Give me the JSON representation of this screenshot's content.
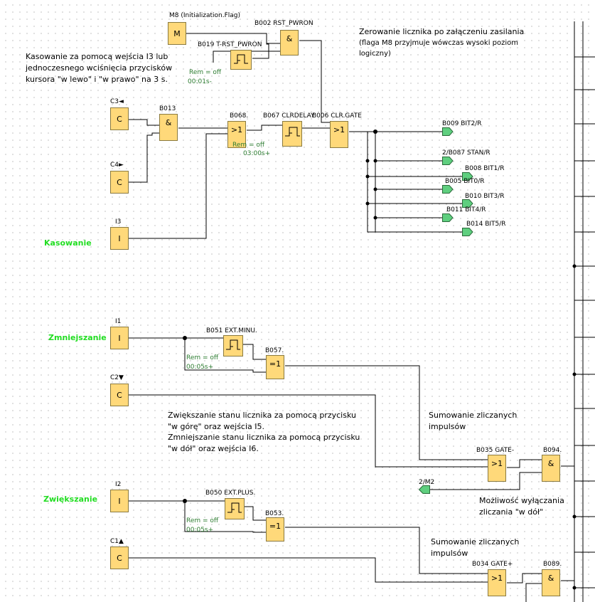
{
  "notes": {
    "reset_title": "Zerowanie licznika po załączeniu zasilania",
    "reset_sub_1": "(flaga M8 przyjmuje wówczas wysoki poziom",
    "reset_sub_2": "logiczny)",
    "cursor_1": "Kasowanie za pomocą wejścia I3 lub",
    "cursor_2": "jednoczesnego wciśnięcia przycisków",
    "cursor_3": "kursora \"w lewo\" i \"w prawo\" na 3 s.",
    "updown_1": "Zwiększanie stanu licznika za pomocą przycisku",
    "updown_2": "\"w górę\" oraz wejścia I5.",
    "updown_3": "Zmniejszanie stanu licznika za pomocą przycisku",
    "updown_4": "\"w dół\" oraz wejścia I6.",
    "sum1_1": "Sumowanie zliczanych",
    "sum1_2": "impulsów",
    "sum2_1": "Sumowanie zliczanych",
    "sum2_2": "impulsów",
    "disable_1": "Możliwość wyłączania",
    "disable_2": "zliczania \"w dół\""
  },
  "labels": {
    "kasowanie": "Kasowanie",
    "zmniejszanie": "Zmniejszanie",
    "zwiekszanie": "Zwiększanie"
  },
  "inputs": {
    "m8": {
      "caption": "M8 (Initialization.Flag)",
      "symbol": "M"
    },
    "c3": {
      "caption": "C3◄",
      "symbol": "C"
    },
    "c4": {
      "caption": "C4►",
      "symbol": "C"
    },
    "i3": {
      "caption": "I3",
      "symbol": "I"
    },
    "i1": {
      "caption": "I1",
      "symbol": "I"
    },
    "c2": {
      "caption": "C2▼",
      "symbol": "C"
    },
    "i2": {
      "caption": "I2",
      "symbol": "I"
    },
    "c1": {
      "caption": "C1▲",
      "symbol": "C"
    }
  },
  "blocks": {
    "b002": {
      "caption": "B002 RST_PWRON",
      "symbol": "&"
    },
    "b019": {
      "caption": "B019 T-RST_PWRON",
      "rem": "Rem = off",
      "time": "00:01s-"
    },
    "b013": {
      "caption": "B013",
      "symbol": "&"
    },
    "b068": {
      "caption": "B068.",
      "symbol": ">1"
    },
    "b067": {
      "caption": "B067 CLRDELAY",
      "rem": "Rem = off",
      "time": "03:00s+"
    },
    "b006": {
      "caption": "B006 CLR.GATE",
      "symbol": ">1"
    },
    "b051": {
      "caption": "B051 EXT.MINU.",
      "rem": "Rem = off",
      "time": "00:05s+"
    },
    "b057": {
      "caption": "B057.",
      "symbol": "=1"
    },
    "b050": {
      "caption": "B050 EXT.PLUS.",
      "rem": "Rem = off",
      "time": "00:05s+"
    },
    "b053": {
      "caption": "B053.",
      "symbol": "=1"
    },
    "b035": {
      "caption": "B035 GATE-",
      "symbol": ">1"
    },
    "b094": {
      "caption": "B094.",
      "symbol": "&"
    },
    "b034": {
      "caption": "B034 GATE+",
      "symbol": ">1"
    },
    "b089": {
      "caption": "B089.",
      "symbol": "&"
    }
  },
  "outputs": {
    "o1": "B009 BIT2/R",
    "o2": "2/B087 STAN/R",
    "o3": "B008 BIT1/R",
    "o4": "B005 BIT0/R",
    "o5": "B010 BIT3/R",
    "o6": "B011 BIT4/R",
    "o7": "B014 BIT5/R",
    "m2": "2/M2"
  },
  "colors": {
    "block_fill": "#ffd97a",
    "flag_fill": "#5fcf7f",
    "label_green": "#22dd22",
    "param_green": "#2e7d32"
  }
}
